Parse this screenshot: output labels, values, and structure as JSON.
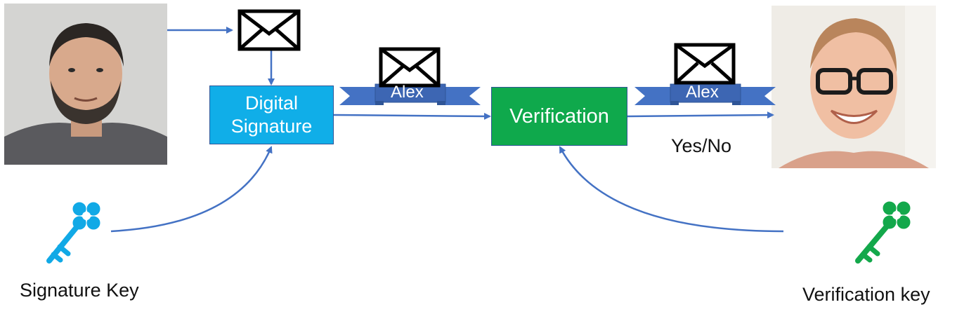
{
  "boxes": {
    "signature_line1": "Digital",
    "signature_line2": "Signature",
    "verification": "Verification"
  },
  "ribbons": {
    "name_1": "Alex",
    "name_2": "Alex"
  },
  "labels": {
    "yes_no": "Yes/No",
    "signature_key": "Signature Key",
    "verification_key": "Verification key"
  },
  "colors": {
    "arrow": "#4472c4",
    "signature_box": "#10aee8",
    "verification_box": "#0fa94c",
    "signature_key_icon": "#11a9e6",
    "verification_key_icon": "#13a84b",
    "ribbon": "#4472c4"
  },
  "icons": {
    "signer": "person-photo-bearded-man",
    "verifier": "person-photo-smiling-man-glasses",
    "message": "envelope-icon",
    "signature_key": "key-icon",
    "verification_key": "key-icon"
  }
}
